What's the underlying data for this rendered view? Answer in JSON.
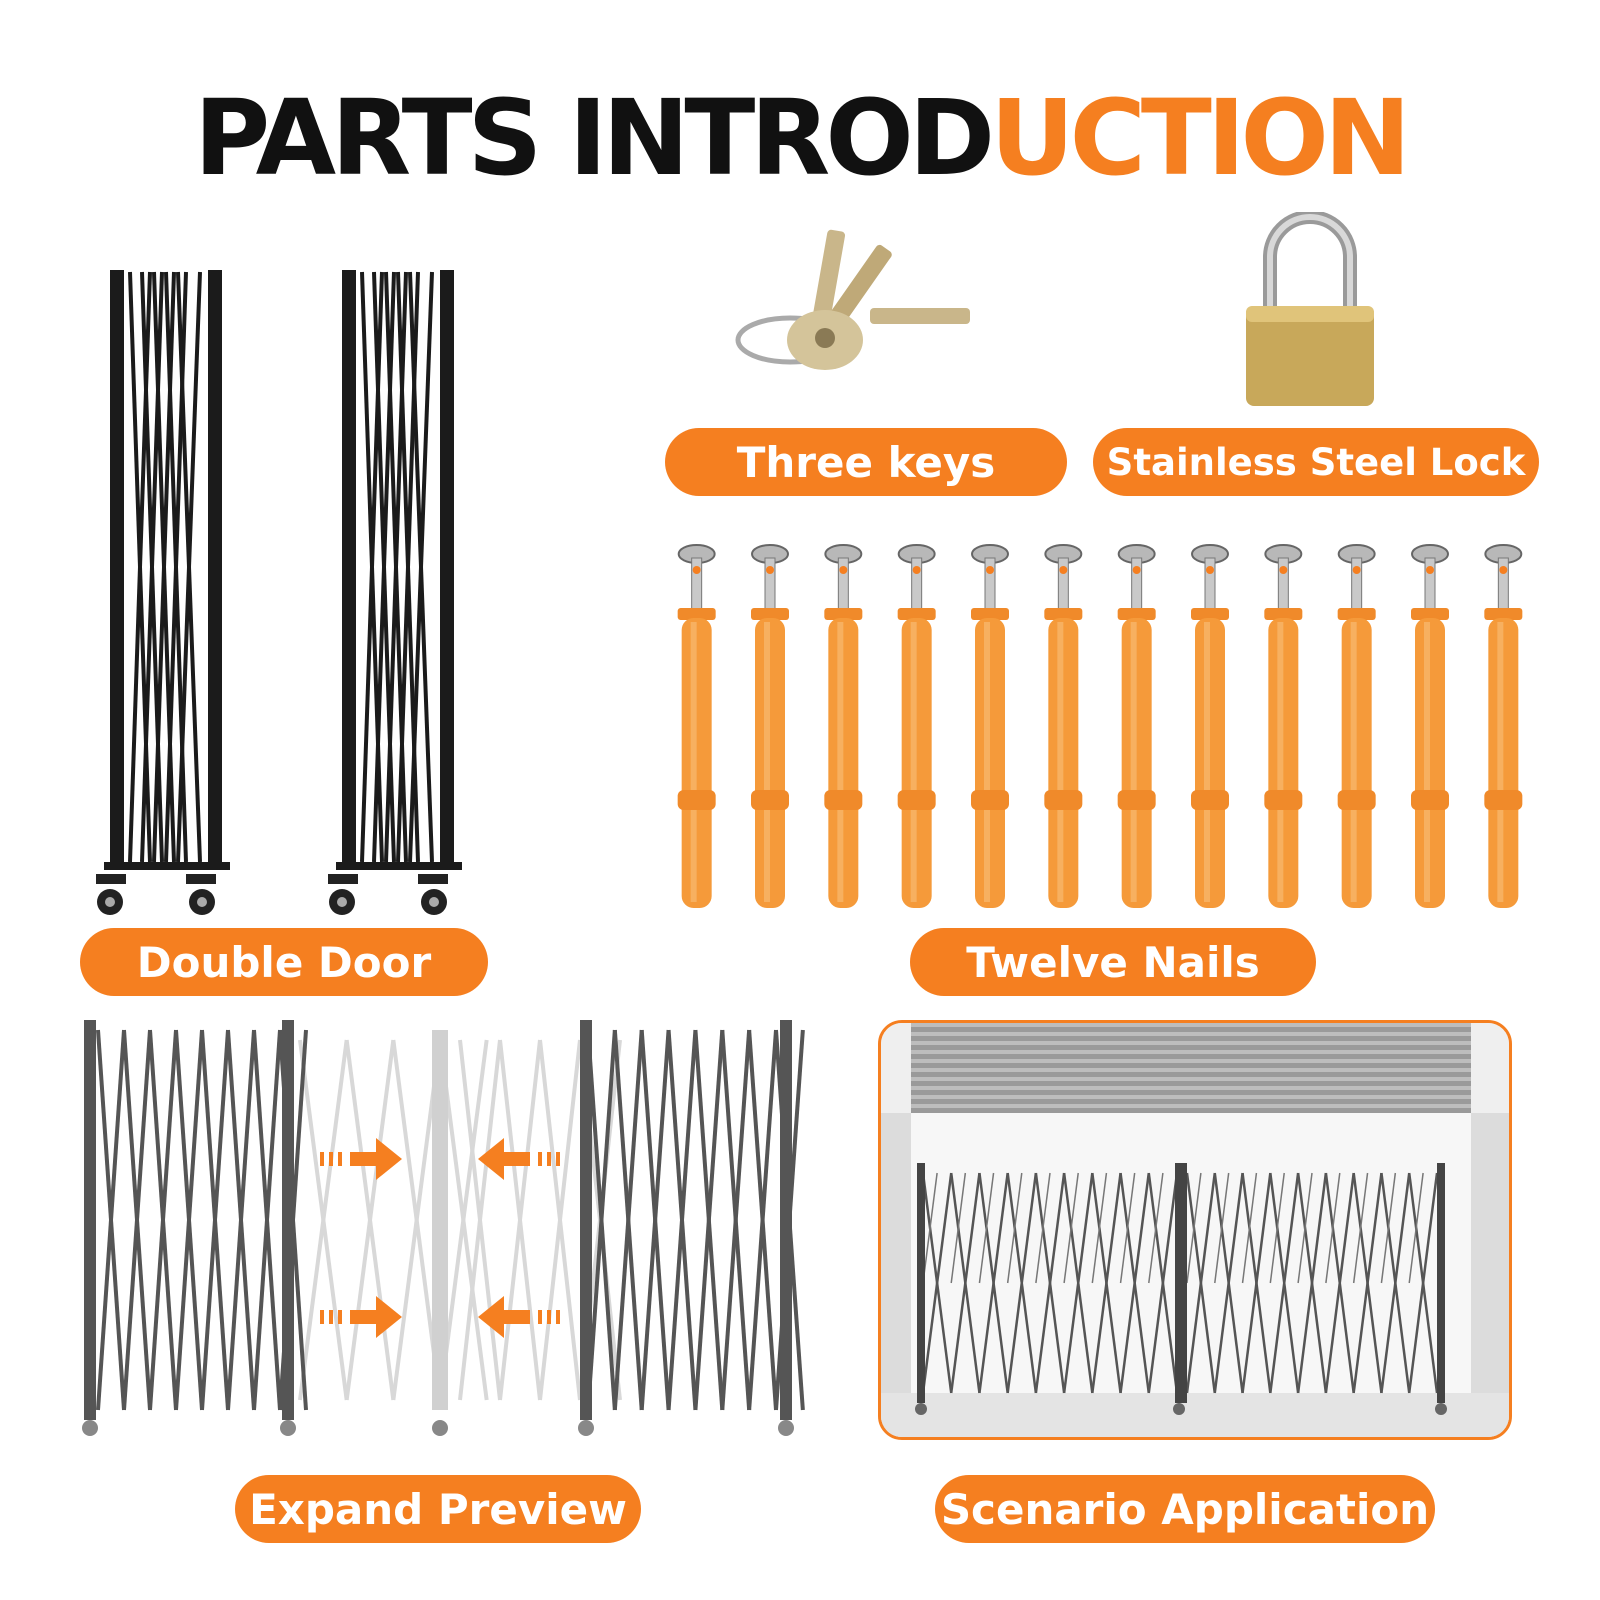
{
  "title": {
    "part_dark": "PARTS INTROD",
    "part_accent": "UCTION"
  },
  "labels": {
    "double_door": "Double Door",
    "three_keys": "Three keys",
    "lock": "Stainless Steel Lock",
    "nails": "Twelve Nails",
    "expand_preview": "Expand Preview",
    "scenario": "Scenario Application"
  },
  "nail_count": 12,
  "colors": {
    "accent": "#f57f20",
    "dark": "#111111",
    "gate_black": "#1b1b1b",
    "gate_gray": "#5a5a5a",
    "brass": "#c8a85a"
  }
}
